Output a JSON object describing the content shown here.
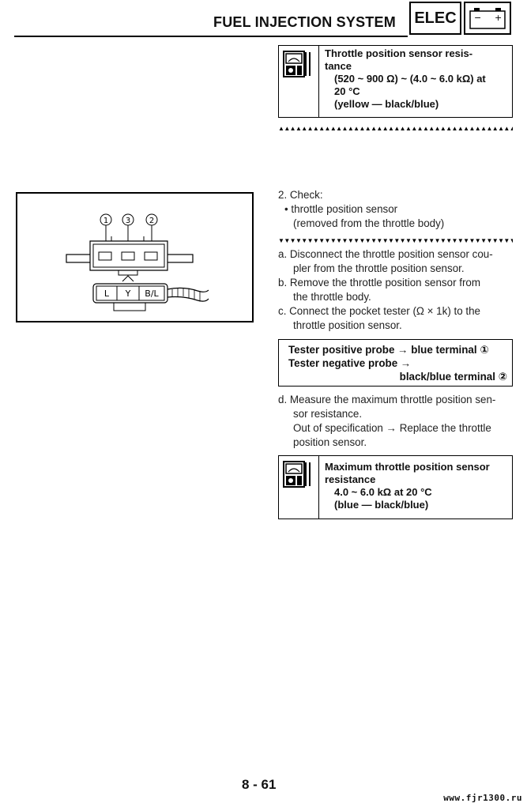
{
  "header": {
    "title": "FUEL INJECTION SYSTEM",
    "section_badge": "ELEC",
    "battery_minus": "−",
    "battery_plus": "+"
  },
  "spec1": {
    "line1": "Throttle position sensor resis-",
    "line2": "tance",
    "line3": "(520 ~ 900 Ω) ~ (4.0 ~ 6.0 kΩ) at",
    "line4": "20 °C",
    "line5": "(yellow — black/blue)"
  },
  "separator_up": "▲▲▲▲▲▲▲▲▲▲▲▲▲▲▲▲▲▲▲▲▲▲▲▲▲▲▲▲▲▲▲▲▲▲▲▲▲▲▲▲▲",
  "separator_down": "▼▼▼▼▼▼▼▼▼▼▼▼▼▼▼▼▼▼▼▼▼▼▼▼▼▼▼▼▼▼▼▼▼▼▼▼▼▼▼▼▼",
  "diagram": {
    "labels": [
      "①",
      "③",
      "②"
    ],
    "pins": [
      "L",
      "Y",
      "B/L"
    ]
  },
  "check": {
    "heading": "2. Check:",
    "bullet": "• throttle position sensor",
    "bullet_sub": "(removed from the throttle body)"
  },
  "steps": {
    "a_1": "a. Disconnect the throttle position sensor cou-",
    "a_2": "pler from the throttle position sensor.",
    "b_1": "b. Remove the throttle position sensor from",
    "b_2": "the throttle body.",
    "c_1": "c. Connect the pocket tester (Ω × 1k) to the",
    "c_2": "throttle position sensor.",
    "d_1": "d. Measure the maximum throttle position sen-",
    "d_2": "sor resistance.",
    "d_3": "Out of specification → Replace the throttle",
    "d_4": "position sensor."
  },
  "probe": {
    "line1": "Tester positive probe → blue terminal ①",
    "line2": "Tester negative probe →",
    "line3": "black/blue terminal ②"
  },
  "spec2": {
    "line1": "Maximum throttle position sensor",
    "line2": "resistance",
    "line3": "4.0 ~ 6.0 kΩ at 20 °C",
    "line4": "(blue — black/blue)"
  },
  "footer": {
    "page_number": "8 - 61",
    "watermark": "www.fjr1300.ru"
  }
}
